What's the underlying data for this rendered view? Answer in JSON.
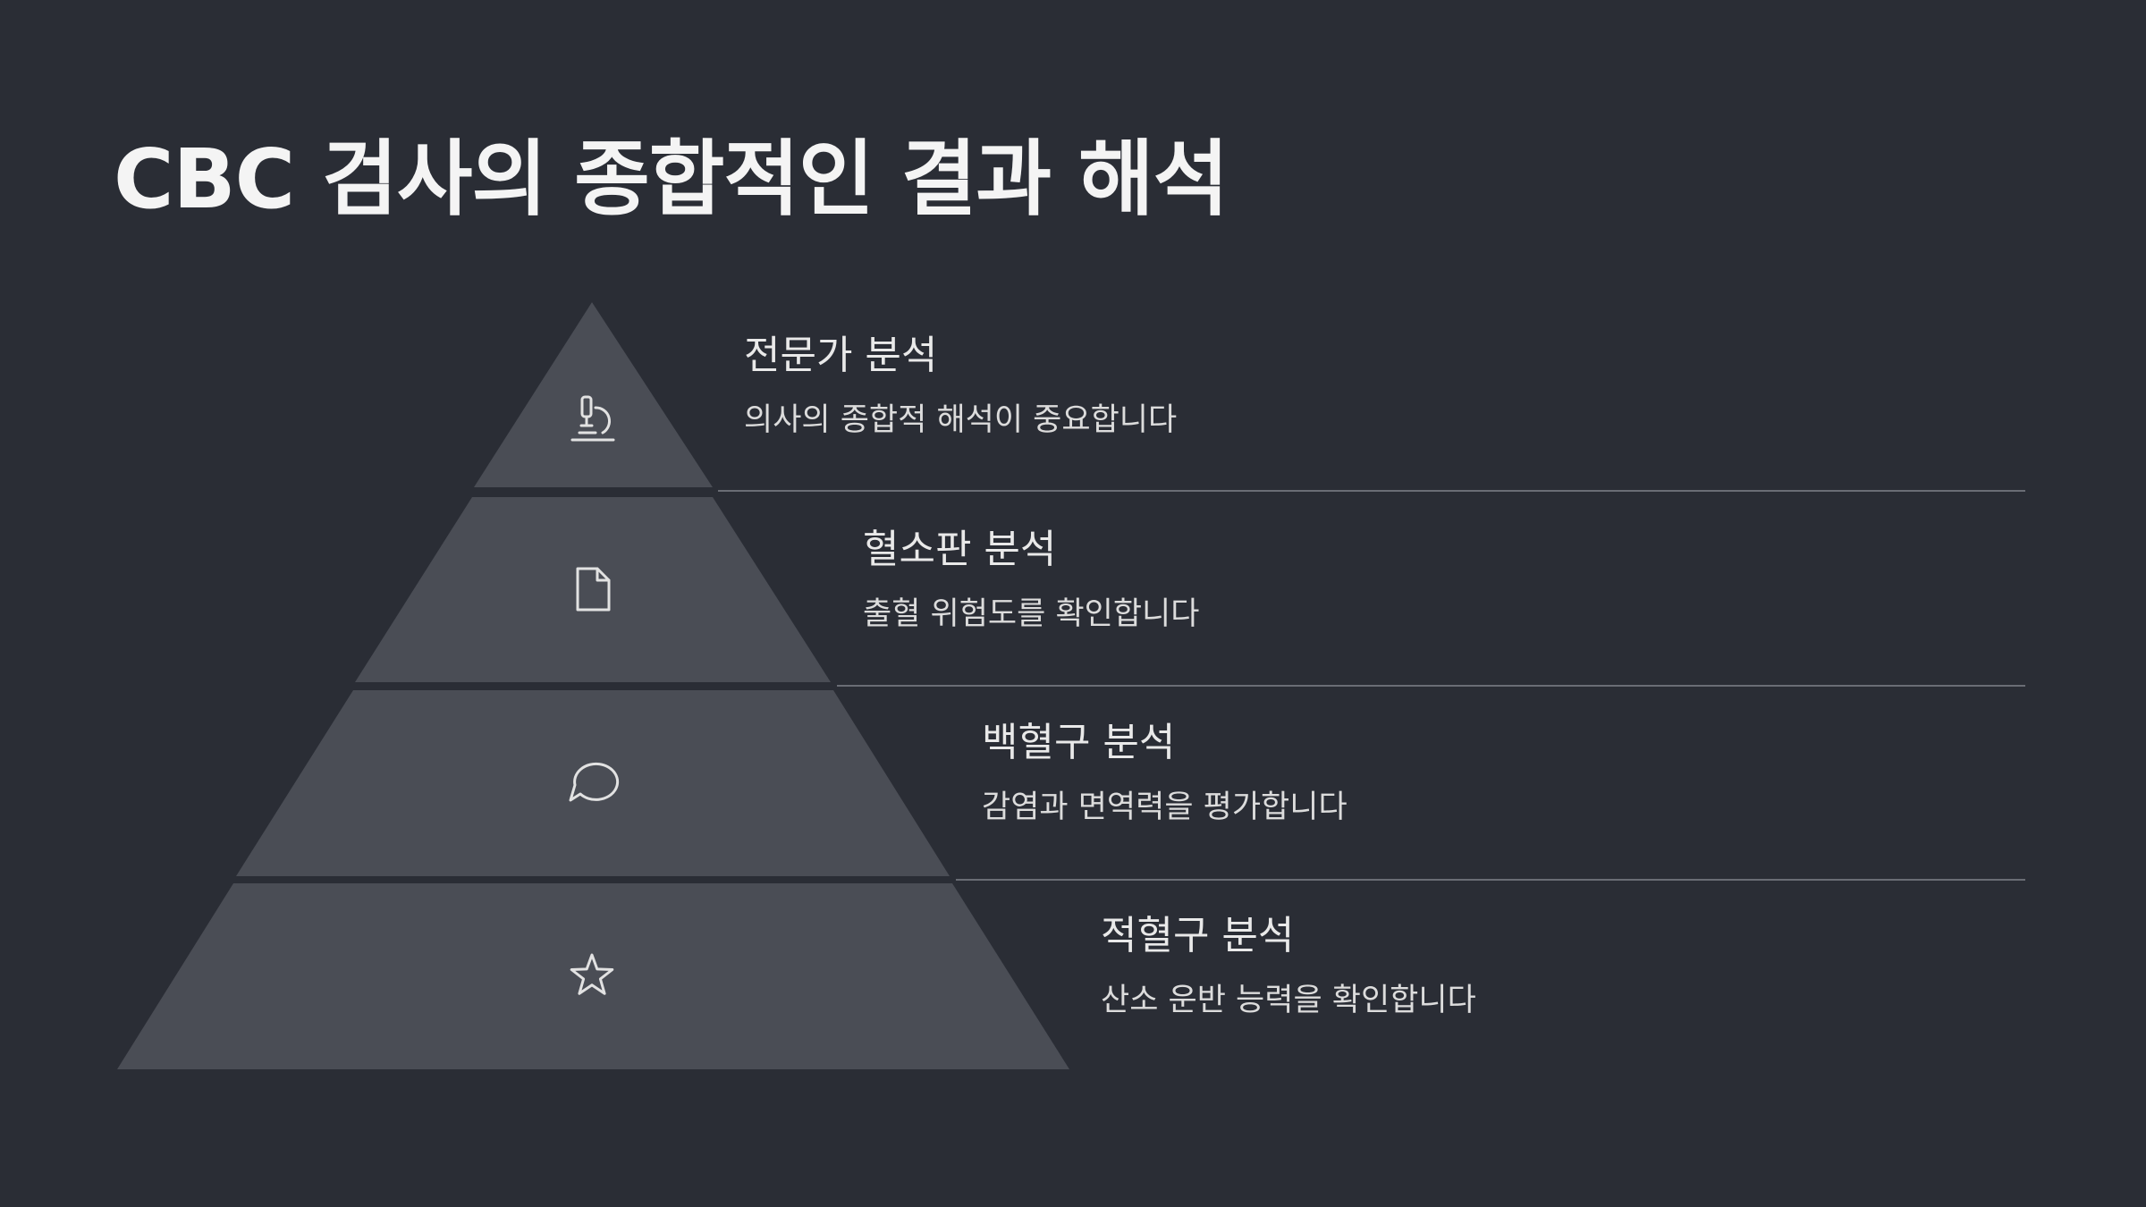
{
  "title": "CBC 검사의 종합적인 결과 해석",
  "colors": {
    "background": "#2a2d35",
    "tier_fill": "#4a4d55",
    "divider": "#6a6d75",
    "icon_stroke": "#e2e2e2"
  },
  "levels": [
    {
      "title": "전문가 분석",
      "description": "의사의 종합적 해석이 중요합니다",
      "icon": "microscope-icon"
    },
    {
      "title": "혈소판 분석",
      "description": "출혈 위험도를 확인합니다",
      "icon": "document-icon"
    },
    {
      "title": "백혈구 분석",
      "description": "감염과 면역력을 평가합니다",
      "icon": "speech-bubble-icon"
    },
    {
      "title": "적혈구 분석",
      "description": "산소 운반 능력을 확인합니다",
      "icon": "star-icon"
    }
  ]
}
